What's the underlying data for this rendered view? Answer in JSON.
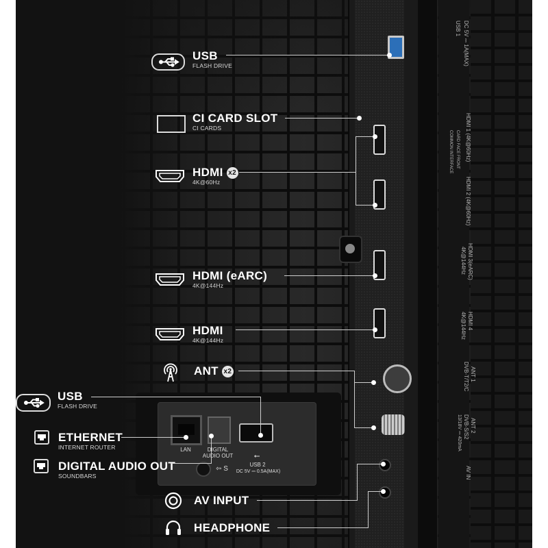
{
  "callouts": {
    "usb_top": {
      "title": "USB",
      "subtitle": "FLASH DRIVE",
      "icon": "usb-icon"
    },
    "ci_card": {
      "title": "CI CARD SLOT",
      "subtitle": "CI CARDS",
      "icon": "card-slot-icon"
    },
    "hdmi_x2": {
      "title": "HDMI",
      "badge": "x2",
      "subtitle": "4K@60Hz",
      "icon": "hdmi-icon"
    },
    "hdmi_earc": {
      "title": "HDMI (eARC)",
      "subtitle": "4K@144Hz",
      "icon": "hdmi-icon"
    },
    "hdmi_single": {
      "title": "HDMI",
      "subtitle": "4K@144Hz",
      "icon": "hdmi-icon"
    },
    "ant": {
      "title": "ANT",
      "badge": "x2",
      "icon": "antenna-icon"
    },
    "usb_bottom": {
      "title": "USB",
      "subtitle": "FLASH DRIVE",
      "icon": "usb-icon"
    },
    "ethernet": {
      "title": "ETHERNET",
      "subtitle": "INTERNET ROUTER",
      "icon": "ethernet-icon"
    },
    "digital_audio": {
      "title": "DIGITAL AUDIO OUT",
      "subtitle": "SOUNDBARS",
      "icon": "ethernet-icon"
    },
    "av_input": {
      "title": "AV INPUT",
      "icon": "av-input-icon"
    },
    "headphone": {
      "title": "HEADPHONE",
      "icon": "headphone-icon"
    }
  },
  "panel_labels": {
    "lan": "LAN",
    "digital_audio_out_1": "DIGITAL",
    "digital_audio_out_2": "AUDIO OUT",
    "usb2": "USB 2",
    "usb2_power": "DC 5V ⎓ 0.5A(MAX)",
    "screw_mark": "⇦ S"
  },
  "strip_labels": {
    "usb1": "USB 1",
    "usb1_power": "DC 5V ⎓ 1A(MAX)",
    "common_interface": "COMMON INTERFACE",
    "card_face": "CARD FACE FRONT",
    "hdmi1": "HDMI 1 (4K@60Hz)",
    "hdmi2": "HDMI 2 (4K@60Hz)",
    "hdmi3": "HDMI 3(eARC)",
    "hdmi3_spec": "4K@144Hz",
    "hdmi4": "HDMI 4",
    "hdmi4_spec": "4K@144Hz",
    "ant1": "ANT 1",
    "ant1_spec": "DVB-T/T2/C",
    "ant2": "ANT 2",
    "ant2_spec": "DVB-S/S2",
    "ant2_power": "13/18V ⎓ 420mA",
    "av_in": "AV IN"
  },
  "colors": {
    "background": "#121212",
    "text": "#ffffff",
    "usb3_port": "#2c6fb8",
    "badge": "#e6e6e6"
  }
}
